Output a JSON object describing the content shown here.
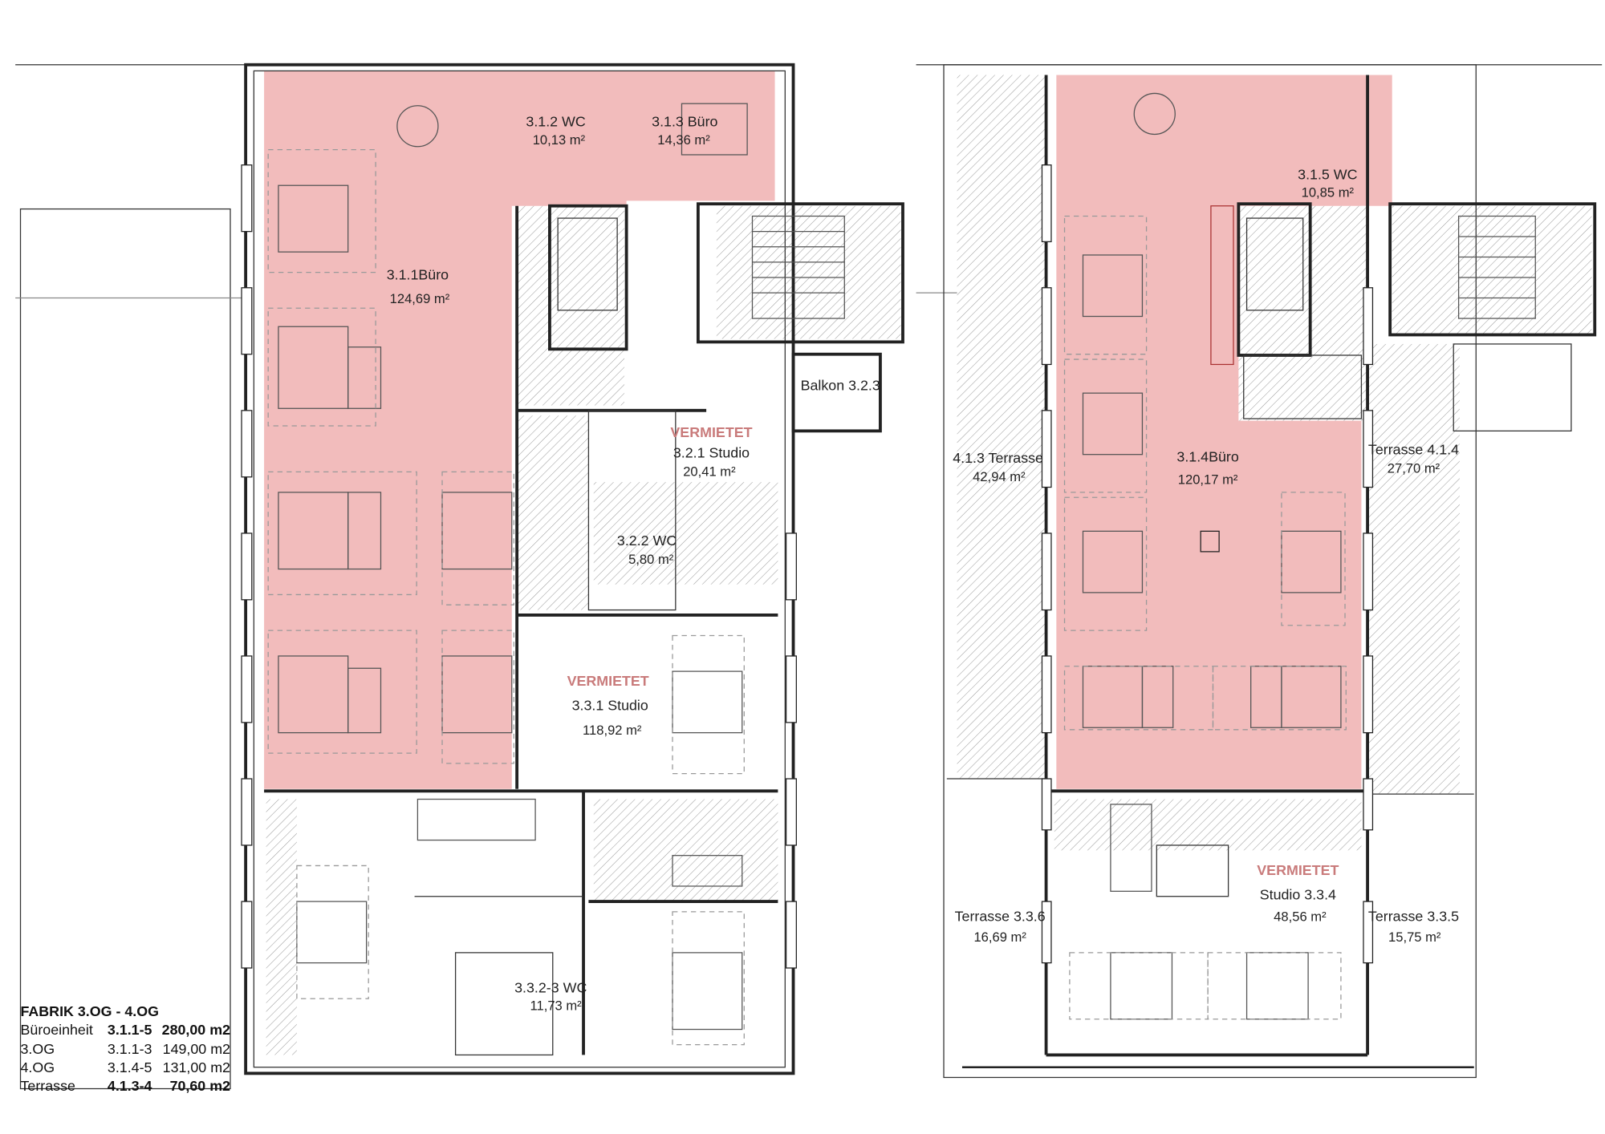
{
  "colors": {
    "rented_office": "#f2bcbc",
    "vermietet_text": "#c97b7b",
    "wall": "#222222"
  },
  "plan_3og": {
    "rooms": [
      {
        "id": "3.1.1",
        "label": "3.1.1Büro",
        "area": "124,69 m²"
      },
      {
        "id": "3.1.2",
        "label": "3.1.2 WC",
        "area": "10,13 m²"
      },
      {
        "id": "3.1.3",
        "label": "3.1.3 Büro",
        "area": "14,36 m²"
      },
      {
        "id": "3.2.1",
        "label": "3.2.1 Studio",
        "area": "20,41 m²",
        "status": "VERMIETET"
      },
      {
        "id": "3.2.2",
        "label": "3.2.2 WC",
        "area": "5,80 m²"
      },
      {
        "id": "3.2.3",
        "label": "Balkon  3.2.3"
      },
      {
        "id": "3.3.1",
        "label": "3.3.1 Studio",
        "area": "118,92 m²",
        "status": "VERMIETET"
      },
      {
        "id": "3.3.2-3",
        "label": "3.3.2-3 WC",
        "area": "11,73 m²"
      }
    ]
  },
  "plan_4og": {
    "rooms": [
      {
        "id": "3.1.4",
        "label": "3.1.4Büro",
        "area": "120,17 m²"
      },
      {
        "id": "3.1.5",
        "label": "3.1.5 WC",
        "area": "10,85 m²"
      },
      {
        "id": "4.1.3",
        "label": "4.1.3 Terrasse",
        "area": "42,94 m²"
      },
      {
        "id": "4.1.4",
        "label": "Terrasse  4.1.4",
        "area": "27,70 m²"
      },
      {
        "id": "3.3.4",
        "label": "Studio 3.3.4",
        "area": "48,56 m²",
        "status": "VERMIETET"
      },
      {
        "id": "3.3.5",
        "label": "Terrasse  3.3.5",
        "area": "15,75 m²"
      },
      {
        "id": "3.3.6",
        "label": "Terrasse  3.3.6",
        "area": "16,69 m²"
      }
    ]
  },
  "legend": {
    "title": "FABRIK 3.OG - 4.OG",
    "rows": [
      {
        "name": "Büroeinheit",
        "range": "3.1.1-5",
        "area": "280,00 m2",
        "bold": true
      },
      {
        "name": "3.OG",
        "range": "3.1.1-3",
        "area": "149,00 m2",
        "bold": false
      },
      {
        "name": "4.OG",
        "range": "3.1.4-5",
        "area": "131,00 m2",
        "bold": false
      },
      {
        "name": "Terrasse",
        "range": "4.1.3-4",
        "area": "70,60 m2",
        "bold": true
      }
    ]
  }
}
